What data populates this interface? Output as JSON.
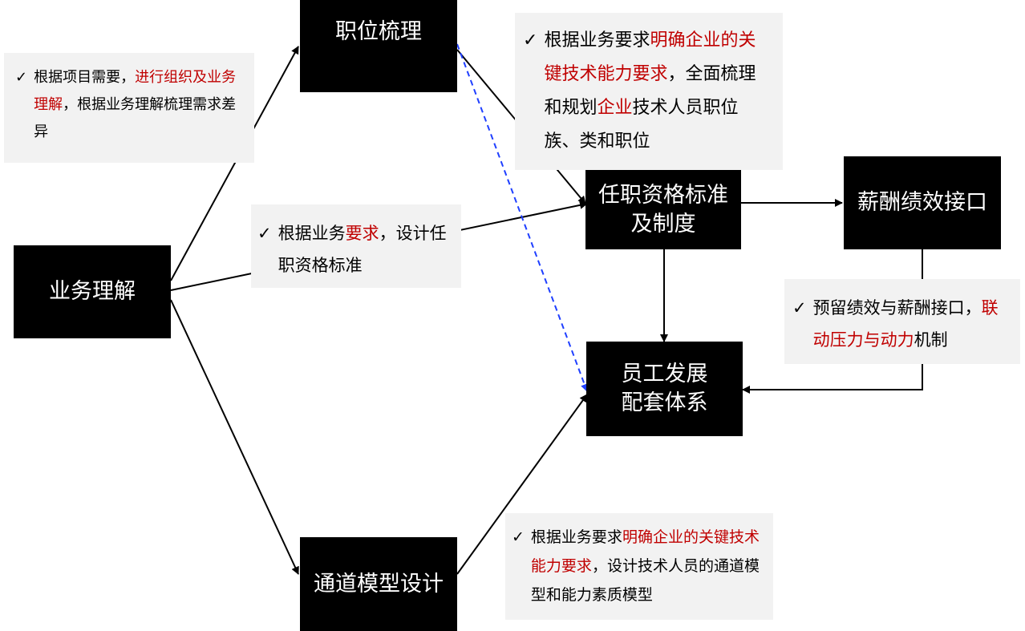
{
  "colors": {
    "node_bg": "#000000",
    "node_text": "#ffffff",
    "note_bg": "#f2f2f2",
    "highlight": "#c00000",
    "dashed_link": "#1f3fff"
  },
  "nodes": {
    "business": "业务理解",
    "position": "职位梳理",
    "qualification_1": "任职资格标准",
    "qualification_2": "及制度",
    "compensation": "薪酬绩效接口",
    "development_1": "员工发展",
    "development_2": "配套体系",
    "channel": "通道模型设计"
  },
  "notes": {
    "tick": "✓",
    "business": {
      "p1": "根据项目需要，",
      "h1": "进行组织及业务理解",
      "p2": "，根据业务理解梳理需求差异"
    },
    "position": {
      "p1": "根据业务要求",
      "h1": "明确企业的关键技术能力要求",
      "p2": "，全面梳理和规划",
      "h2": "企业",
      "p3": "技术人员职位族、类和职位"
    },
    "qualification": {
      "p1": "根据业务",
      "h1": "要求",
      "p2": "，设计任职资格标准"
    },
    "compensation": {
      "p1": "预留绩效与薪酬接口，",
      "h1": "联动压力与动力",
      "p2": "机制"
    },
    "channel": {
      "p1": "根据业务要求",
      "h1": "明确企业的关键技术能力要求",
      "p2": "，设计技术人员的通道模型和能力素质模型"
    }
  }
}
